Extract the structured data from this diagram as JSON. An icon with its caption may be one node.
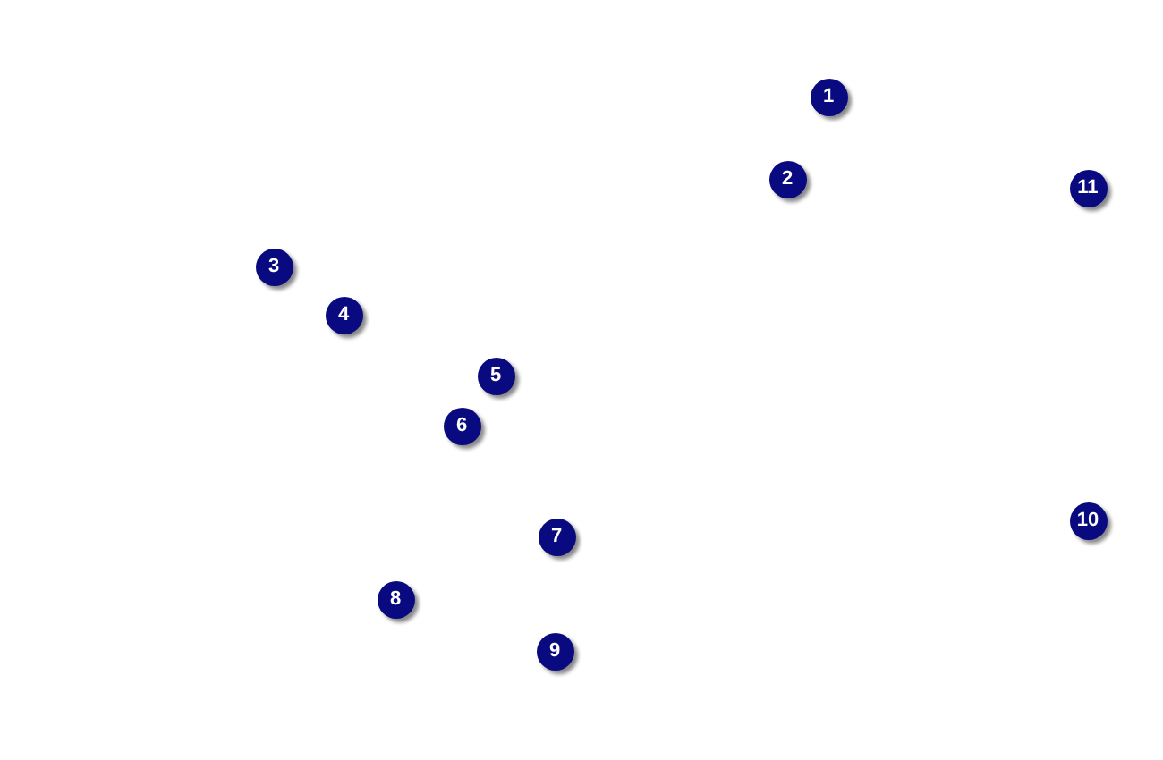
{
  "diagram": {
    "labels": [
      "1",
      "2",
      "11",
      "3",
      "4",
      "5",
      "6",
      "10",
      "7",
      "8",
      "9"
    ]
  }
}
